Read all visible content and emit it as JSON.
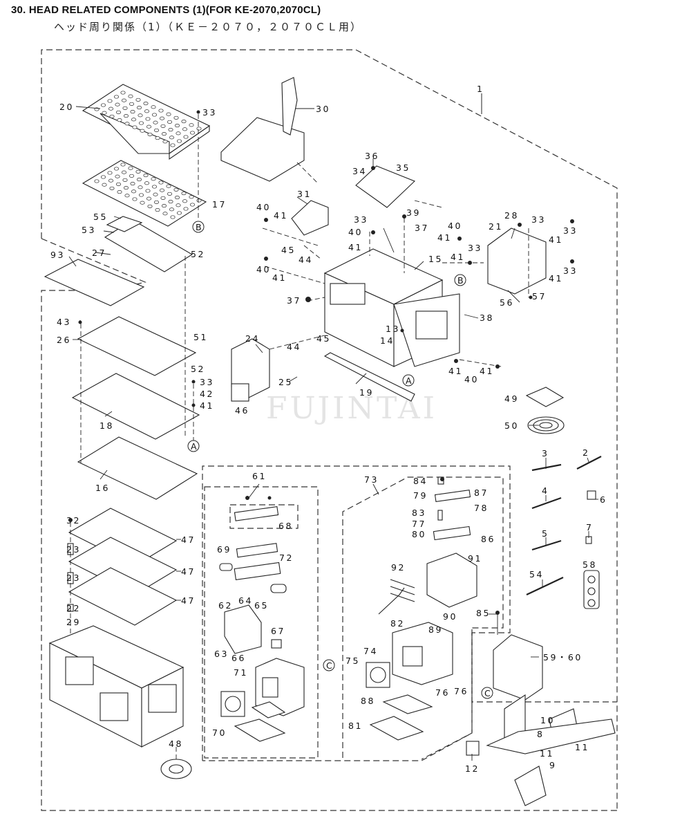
{
  "title": "30. HEAD RELATED COMPONENTS (1)(FOR KE-2070,2070CL)",
  "subtitle": "ヘッド周り関係（1）（ＫＥ－２０７０，２０７０ＣＬ用）",
  "watermark": "FUJINTAI",
  "labels": {
    "l1": "1",
    "l2": "2",
    "l3": "3",
    "l4": "4",
    "l5": "5",
    "l6": "6",
    "l7": "7",
    "l8": "8",
    "l9": "9",
    "l10": "10",
    "l11a": "11",
    "l11b": "11",
    "l12": "12",
    "l13": "13",
    "l14": "14",
    "l15": "15",
    "l16": "16",
    "l17": "17",
    "l18": "18",
    "l19": "19",
    "l20": "20",
    "l21": "21",
    "l22": "22",
    "l23a": "23",
    "l23b": "23",
    "l24": "24",
    "l25": "25",
    "l26": "26",
    "l27": "27",
    "l28": "28",
    "l29": "29",
    "l30": "30",
    "l31": "31",
    "l32": "32",
    "l33a": "33",
    "l33b": "33",
    "l33c": "33",
    "l33d": "33",
    "l33e": "33",
    "l33f": "33",
    "l33g": "33",
    "l34": "34",
    "l35": "35",
    "l36": "36",
    "l37a": "37",
    "l37b": "37",
    "l38": "38",
    "l39": "39",
    "l40a": "40",
    "l40b": "40",
    "l40c": "40",
    "l40d": "40",
    "l40e": "40",
    "l41a": "41",
    "l41b": "41",
    "l41c": "41",
    "l41d": "41",
    "l41e": "41",
    "l41f": "41",
    "l41g": "41",
    "l41h": "41",
    "l41i": "41",
    "l41j": "41",
    "l42": "42",
    "l43": "43",
    "l44a": "44",
    "l44b": "44",
    "l45a": "45",
    "l45b": "45",
    "l46": "46",
    "l47a": "47",
    "l47b": "47",
    "l47c": "47",
    "l48": "48",
    "l49": "49",
    "l50": "50",
    "l51": "51",
    "l52a": "52",
    "l52b": "52",
    "l53": "53",
    "l54": "54",
    "l55": "55",
    "l56": "56",
    "l57": "57",
    "l58": "58",
    "l5960": "59・60",
    "l61": "61",
    "l62": "62",
    "l63": "63",
    "l64": "64",
    "l65": "65",
    "l66": "66",
    "l67": "67",
    "l68": "68",
    "l69": "69",
    "l70": "70",
    "l71": "71",
    "l72": "72",
    "l73": "73",
    "l74": "74",
    "l75": "75",
    "l76a": "76",
    "l76b": "76",
    "l77": "77",
    "l78": "78",
    "l79": "79",
    "l80": "80",
    "l81": "81",
    "l82": "82",
    "l83": "83",
    "l84": "84",
    "l85": "85",
    "l86": "86",
    "l87": "87",
    "l88": "88",
    "l89": "89",
    "l90": "90",
    "l91": "91",
    "l92": "92",
    "l93": "93"
  },
  "refs": {
    "b1": "B",
    "b2": "B",
    "a1": "A",
    "a2": "A",
    "c1": "C",
    "c2": "C"
  }
}
